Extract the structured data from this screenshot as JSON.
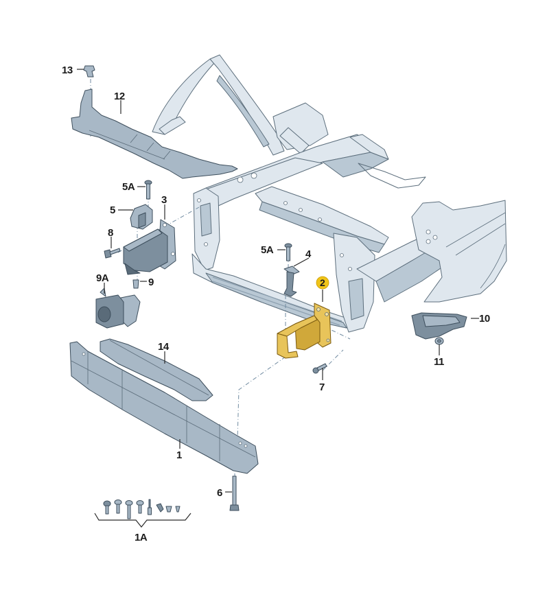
{
  "diagram": {
    "title": "Front end carrier / bumper bracket exploded parts diagram",
    "highlight_color": "#F0C419",
    "part_color": "#DFE7EE",
    "part_dark_color": "#7D8F9E",
    "callouts": [
      {
        "id": "c13",
        "label": "13",
        "part": "clip"
      },
      {
        "id": "c12",
        "label": "12",
        "part": "upper-cover-panel"
      },
      {
        "id": "c5A_left",
        "label": "5A",
        "part": "bolt"
      },
      {
        "id": "c5",
        "label": "5",
        "part": "bracket"
      },
      {
        "id": "c3",
        "label": "3",
        "part": "crash-box-left"
      },
      {
        "id": "c8",
        "label": "8",
        "part": "bolt"
      },
      {
        "id": "c9A",
        "label": "9A",
        "part": "sensor"
      },
      {
        "id": "c9",
        "label": "9",
        "part": "rivet-nut"
      },
      {
        "id": "c5A_center",
        "label": "5A",
        "part": "bolt"
      },
      {
        "id": "c4",
        "label": "4",
        "part": "bracket"
      },
      {
        "id": "c2",
        "label": "2",
        "part": "crash-box-right",
        "highlighted": true
      },
      {
        "id": "c7",
        "label": "7",
        "part": "bolt"
      },
      {
        "id": "c10",
        "label": "10",
        "part": "fender-bracket"
      },
      {
        "id": "c11",
        "label": "11",
        "part": "nut"
      },
      {
        "id": "c14",
        "label": "14",
        "part": "bumper-foam-strip"
      },
      {
        "id": "c1",
        "label": "1",
        "part": "bumper-reinforcement"
      },
      {
        "id": "c6",
        "label": "6",
        "part": "long-bolt"
      },
      {
        "id": "c1A",
        "label": "1A",
        "part": "fastener-kit"
      }
    ]
  }
}
